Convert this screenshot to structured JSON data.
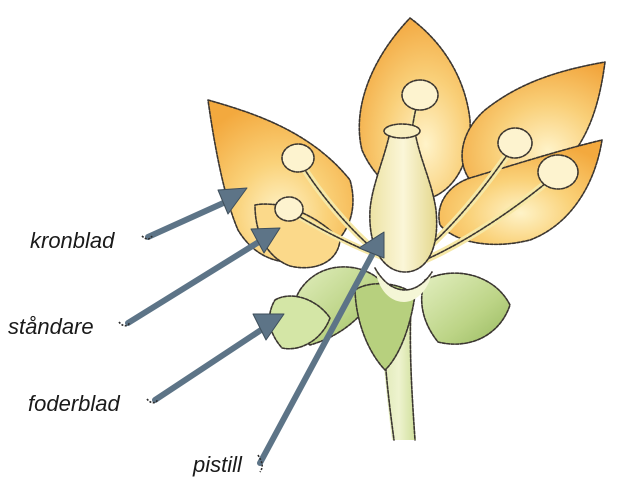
{
  "diagram": {
    "labels": {
      "petal": "kronblad",
      "stamen": "ståndare",
      "sepal": "foderblad",
      "pistil": "pistill"
    },
    "colors": {
      "petal_orange": "#f4b24a",
      "petal_light": "#fde7a6",
      "sepal_green": "#c6dc8f",
      "sepal_dark": "#8fb35a",
      "pistil_yellow": "#f2e6a8",
      "arrow_blue": "#5d7487",
      "text": "#1a1a1a"
    }
  }
}
